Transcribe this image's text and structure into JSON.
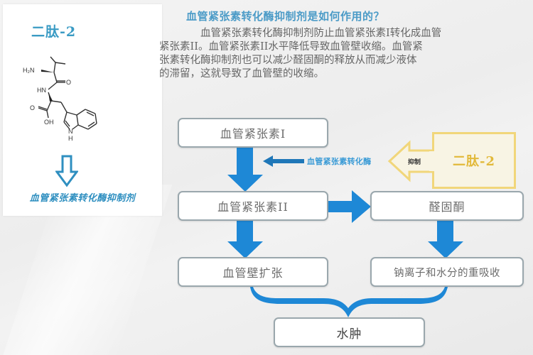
{
  "left_panel": {
    "title": "二肽-2",
    "molecule_labels": {
      "amine": "H₂N",
      "amide_nh": "HN",
      "carbonyl_o": "O",
      "acid_o": "O",
      "acid_oh": "OH",
      "indole_n": "N",
      "indole_h": "H"
    },
    "arrow_icon": "hollow-down-arrow",
    "caption": "血管紧张素转化酶抑制剂"
  },
  "heading": "血管紧张素转化酶抑制剂是如何作用的？",
  "paragraph": {
    "lines": [
      "血管紧张素转化酶抑制剂防止血管紧张素I转化成血管",
      "紧张素II。血管紧张素II水平降低导致血管壁收缩。血管紧",
      "张素转化酶抑制剂也可以减少醛固酮的释放从而减少液体",
      "的滞留，这就导致了血管壁的收缩。"
    ]
  },
  "flow": {
    "angiotensin_1": "血管紧张素I",
    "angiotensin_2": "血管紧张素II",
    "aldosterone": "醛固酮",
    "vasodilation": "血管壁扩张",
    "reabsorption": "钠离子和水分的重吸收",
    "edema": "水肿",
    "enzyme_label": "血管紧张素转化酶",
    "inhibit_label": "抑制",
    "inhibitor_box": "二肽-2"
  },
  "colors": {
    "flow_arrow": "#1e88d6",
    "inhibitor_border": "#f1d67a",
    "inhibitor_text": "#e2b93a",
    "title_blue": "#3a9bc4",
    "box_border": "#9aa7ad"
  }
}
